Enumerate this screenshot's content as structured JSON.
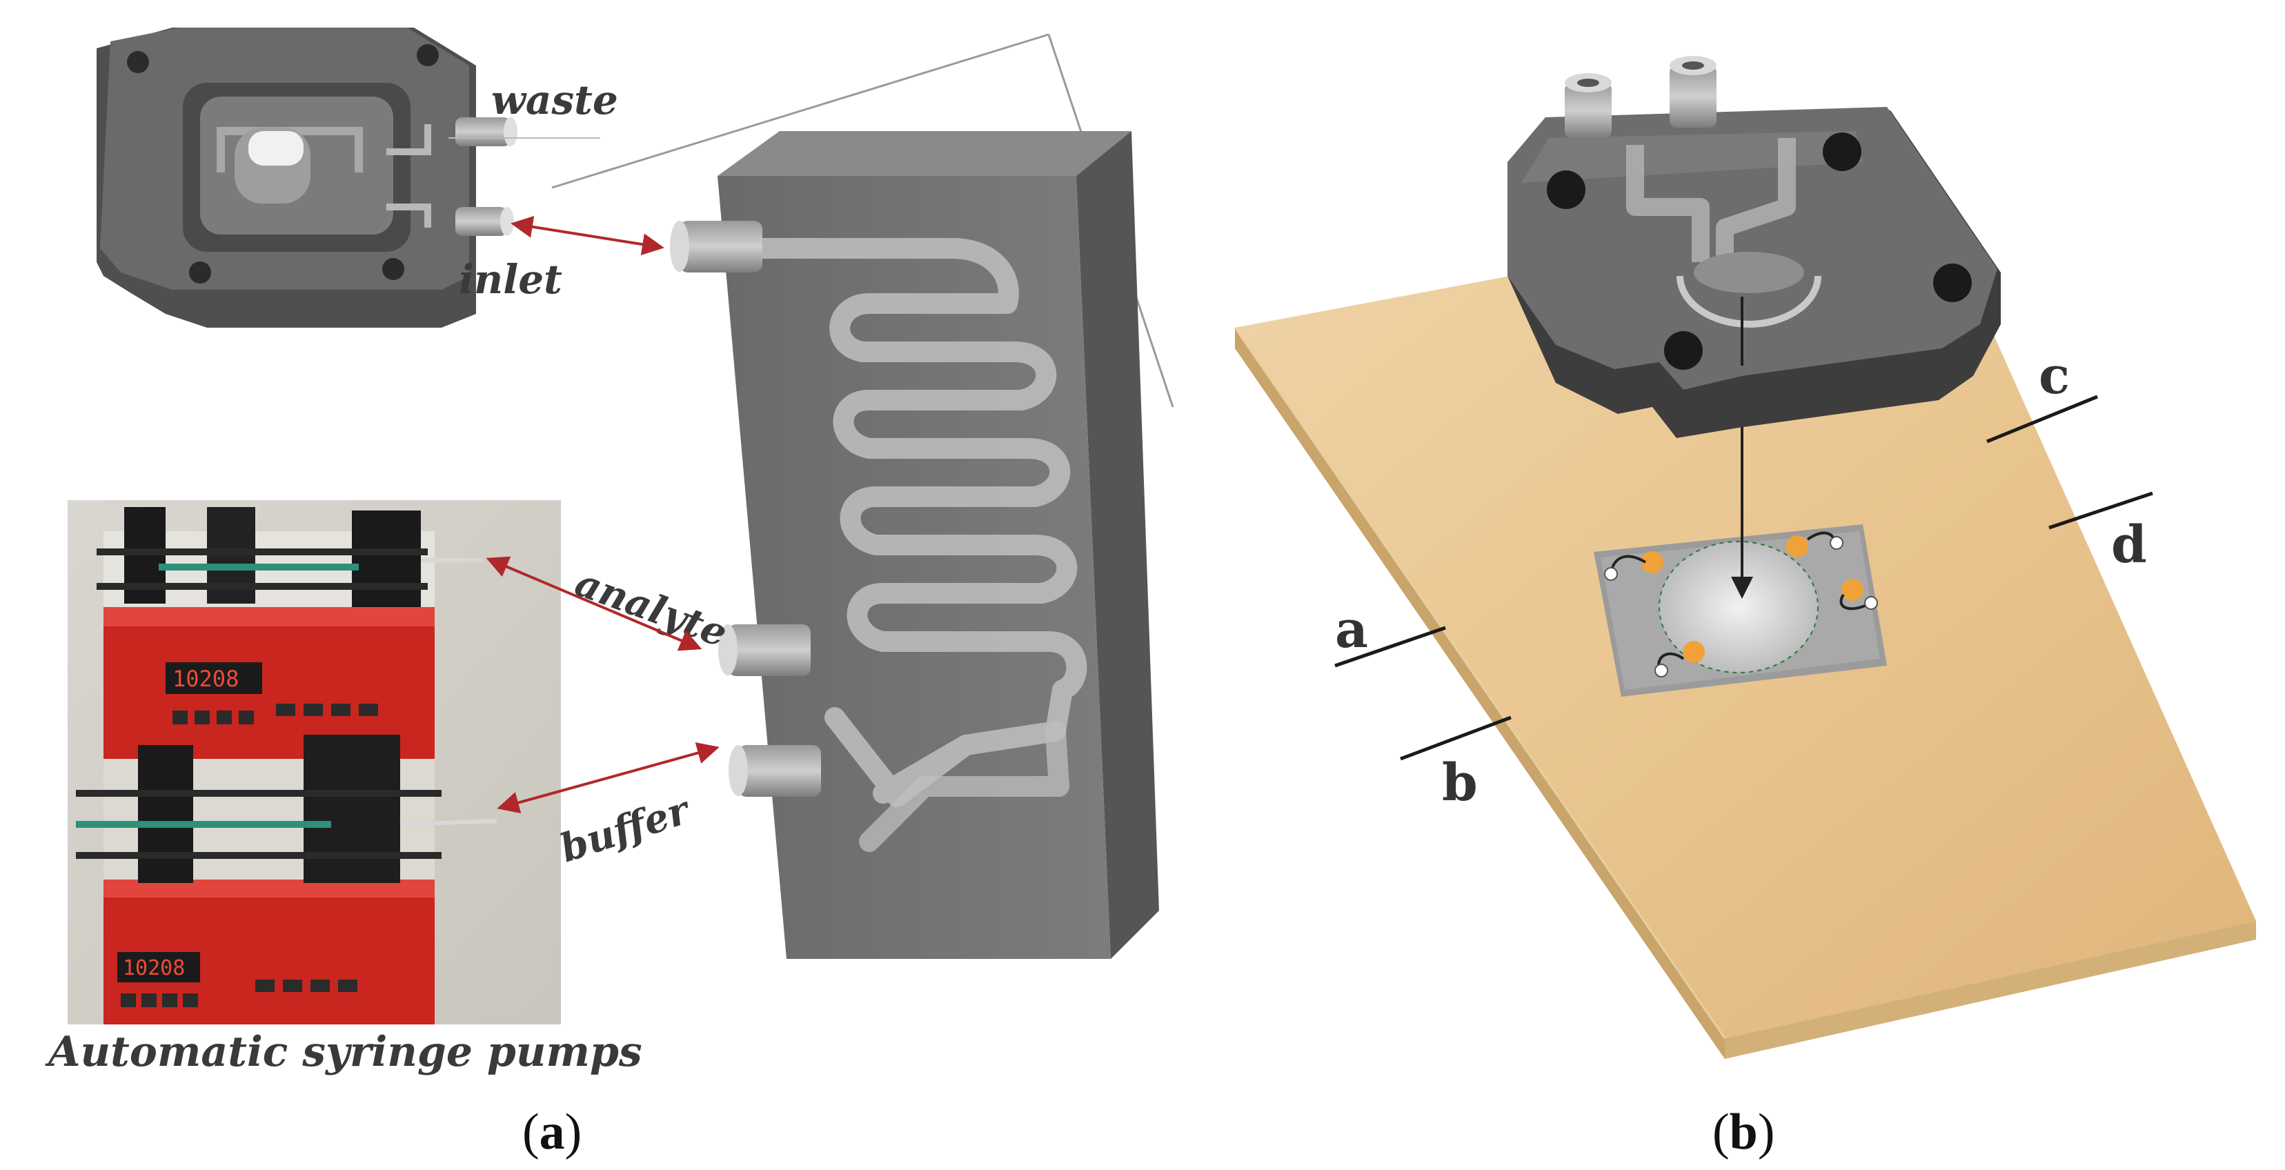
{
  "panel_a": {
    "labels": {
      "waste": "waste",
      "inlet": "inlet",
      "analyte": "analyte",
      "buffer": "buffer",
      "pumps": "Automatic syringe pumps"
    },
    "caption": {
      "open": "(",
      "letter": "a",
      "close": ")"
    }
  },
  "panel_b": {
    "labels": {
      "a": "a",
      "b": "b",
      "c": "c",
      "d": "d"
    },
    "caption": {
      "open": "(",
      "letter": "b",
      "close": ")"
    }
  },
  "colors": {
    "arrow": "#b0282a",
    "chip_dark": "#5e5e5e",
    "chip_mid": "#757575",
    "chip_light": "#8a8a8a",
    "channel": "#c4c4c4",
    "board": "#e6c48e",
    "board_edge": "#c9a46b",
    "pump_red": "#c8261f",
    "electrode_orange": "#f0a238"
  },
  "icons": {
    "pump_photo": "syringe-pump-photo",
    "flow_cell": "flow-cell-top-icon",
    "microfluidic_chip": "serpentine-chip-icon",
    "sensor_board": "sensor-board-icon"
  }
}
